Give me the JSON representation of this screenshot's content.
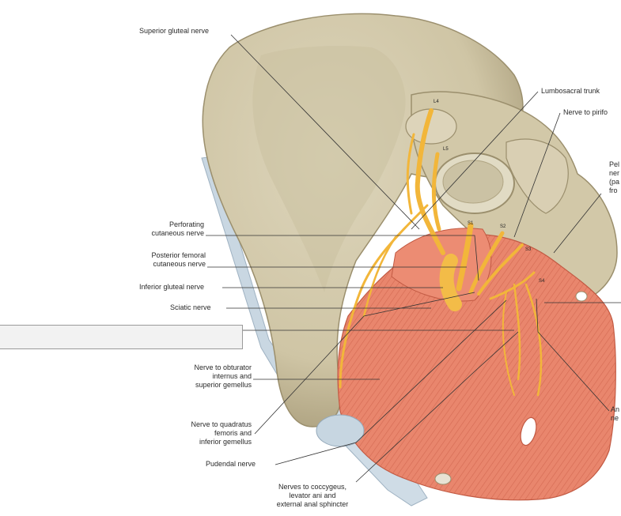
{
  "labels": {
    "superior_gluteal": "Superior gluteal nerve",
    "lumbosacral_trunk": "Lumbosacral trunk",
    "nerve_to_piriformis": "Nerve to pirifo",
    "pelvic_splanchnic": [
      "Pel",
      "ner",
      "(pa",
      "fro"
    ],
    "perforating_cutaneous": [
      "Perforating",
      "cutaneous nerve"
    ],
    "posterior_femoral_cutaneous": [
      "Posterior femoral",
      "cutaneous nerve"
    ],
    "inferior_gluteal": "Inferior gluteal nerve",
    "sciatic": "Sciatic nerve",
    "obturator_internus": [
      "Nerve to obturator",
      "internus and",
      "superior gemellus"
    ],
    "quadratus_femoris": [
      "Nerve to quadratus",
      "femoris and",
      "inferior gemellus"
    ],
    "pudendal": "Pudendal nerve",
    "coccygeus": [
      "Nerves to coccygeus,",
      "levator ani and",
      "external anal sphincter"
    ],
    "anococcygeal": [
      "An",
      "ne"
    ]
  },
  "levels": [
    "L4",
    "L5",
    "S1",
    "S2",
    "S3",
    "S4"
  ],
  "colors": {
    "bone": "#d6cdb0",
    "bone_shadow": "#b3a886",
    "muscle": "#e8836a",
    "muscle_dark": "#cf5f48",
    "nerve": "#f2b63a",
    "ligament": "#c3d3de",
    "leader": "#333333"
  }
}
